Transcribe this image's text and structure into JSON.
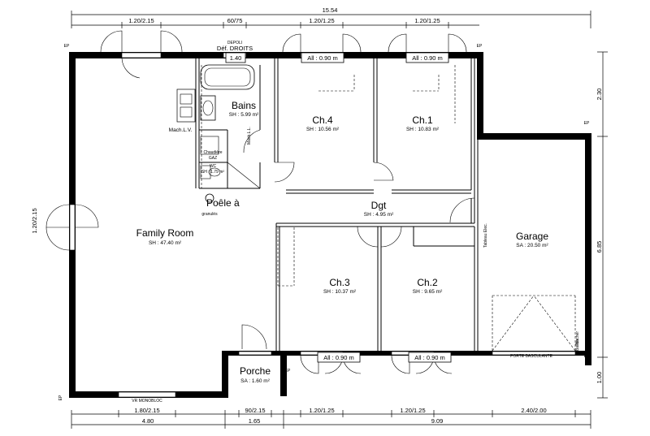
{
  "dimensions": {
    "top_total": "15.54",
    "top_openings": [
      "1.20/2.15",
      "60/75",
      "1.20/1.25",
      "1.20/1.25"
    ],
    "bottom_openings": [
      "1.80/2.15",
      "90/2.15",
      "1.20/1.25",
      "1.20/1.25",
      "2.40/2.00"
    ],
    "bottom_totals": [
      "4.80",
      "1.65",
      "9.09"
    ],
    "right": [
      "2.30",
      "6.85",
      "1.00"
    ],
    "left": "1.20/2.15"
  },
  "labels": {
    "ep": "EP",
    "depoli": "DEPOLI",
    "def_droits": "Déf. DROITS",
    "bath_window": "1.40",
    "mach_lv": "Mach.L.V.",
    "mach_ll": "Mach.L.L.",
    "chaudiere": "Chaudière",
    "gaz": "GAZ",
    "poele": "Poêle à",
    "granules": "granulés",
    "vr_monobloc": "VR MONOBLOC",
    "porte_basculante": "PORTE BASCULANTE",
    "tableau_elec": "Tableau Elec.",
    "ballon": "Ballon",
    "nacher": "Nacher"
  },
  "rooms": {
    "family": {
      "name": "Family Room",
      "area": "SH : 47.40 m²"
    },
    "bains": {
      "name": "Bains",
      "area": "SH : 5.99 m²"
    },
    "wc": {
      "name": "WC",
      "area": "SH : 1.79 m²"
    },
    "ch4": {
      "name": "Ch.4",
      "area": "SH : 10.56 m²"
    },
    "ch1": {
      "name": "Ch.1",
      "area": "SH : 10.83 m²"
    },
    "dgt": {
      "name": "Dgt",
      "area": "SH : 4.95 m²"
    },
    "ch3": {
      "name": "Ch.3",
      "area": "SH : 10.37 m²"
    },
    "ch2": {
      "name": "Ch.2",
      "area": "SH : 9.65 m²"
    },
    "garage": {
      "name": "Garage",
      "area": "SA : 20.50 m²"
    },
    "porche": {
      "name": "Porche",
      "area": "SA : 1.60 m²"
    }
  },
  "windows": {
    "ch4": "All : 0.90 m",
    "ch1": "All : 0.90 m",
    "ch3": "All : 0.90 m",
    "ch2": "All : 0.90 m"
  }
}
